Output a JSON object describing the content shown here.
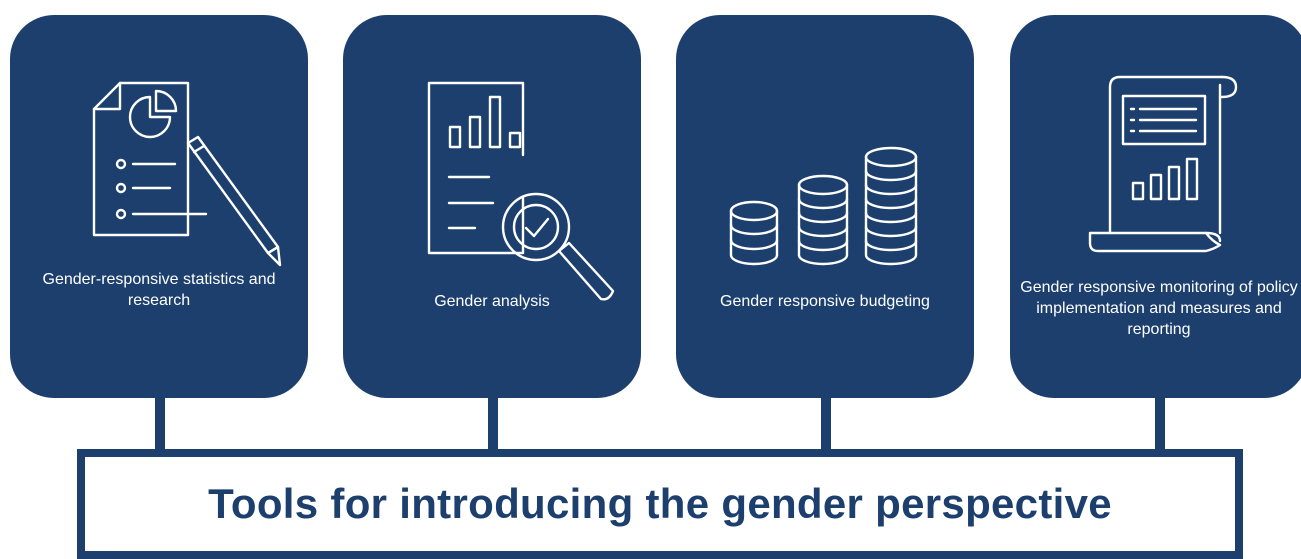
{
  "cards": [
    {
      "label": "Gender-responsive statistics and research",
      "icon": "document-pie-chart-pencil-icon"
    },
    {
      "label": "Gender analysis",
      "icon": "report-magnifier-check-icon"
    },
    {
      "label": "Gender responsive budgeting",
      "icon": "coin-stacks-icon"
    },
    {
      "label": "Gender responsive monitoring of policy implementation and measures and reporting",
      "icon": "scroll-report-bar-chart-icon"
    }
  ],
  "title": "Tools for introducing the gender perspective",
  "colors": {
    "primary": "#1c3f6e",
    "text_on_primary": "#ffffff",
    "background": "#ffffff"
  }
}
